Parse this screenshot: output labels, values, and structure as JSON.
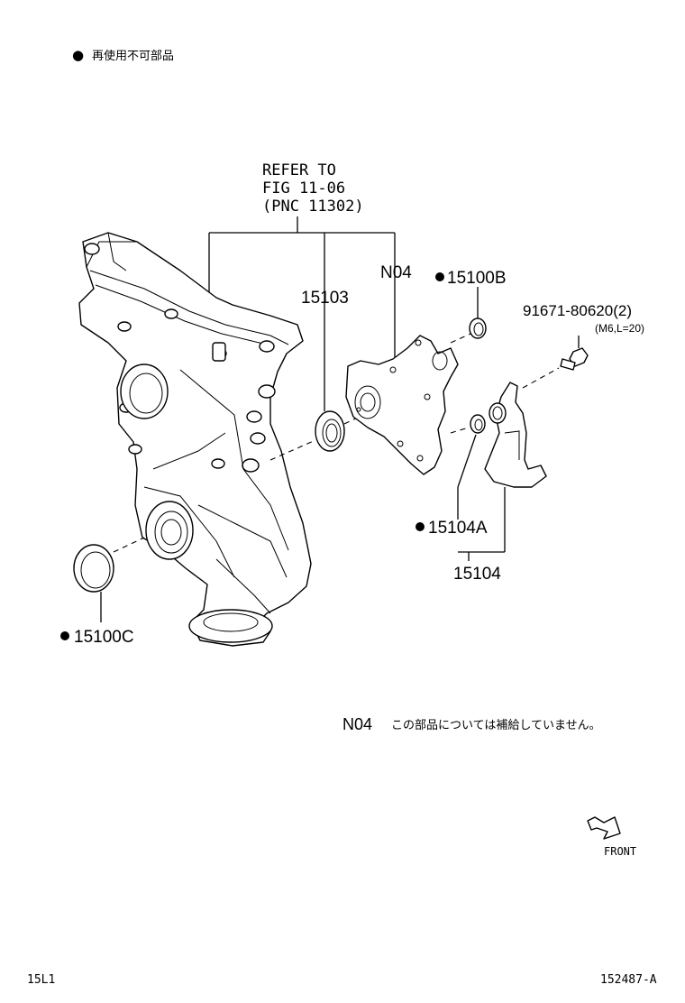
{
  "legend": {
    "bullet": "●",
    "text": "再使用不可部品"
  },
  "refer": {
    "line1": "REFER TO",
    "line2": "FIG 11-06",
    "line3": "(PNC 11302)"
  },
  "labels": {
    "p15103": "15103",
    "n04": "N04",
    "p15100b": "15100B",
    "p91671": "91671-80620(2)",
    "p91671_spec": "(M6,L=20)",
    "p15104a": "15104A",
    "p15104": "15104",
    "p15100c": "15100C"
  },
  "note": {
    "code": "N04",
    "text": "この部品については補給していません。"
  },
  "front": {
    "label": "FRONT"
  },
  "footer": {
    "left": "15L1",
    "right": "152487-A"
  }
}
